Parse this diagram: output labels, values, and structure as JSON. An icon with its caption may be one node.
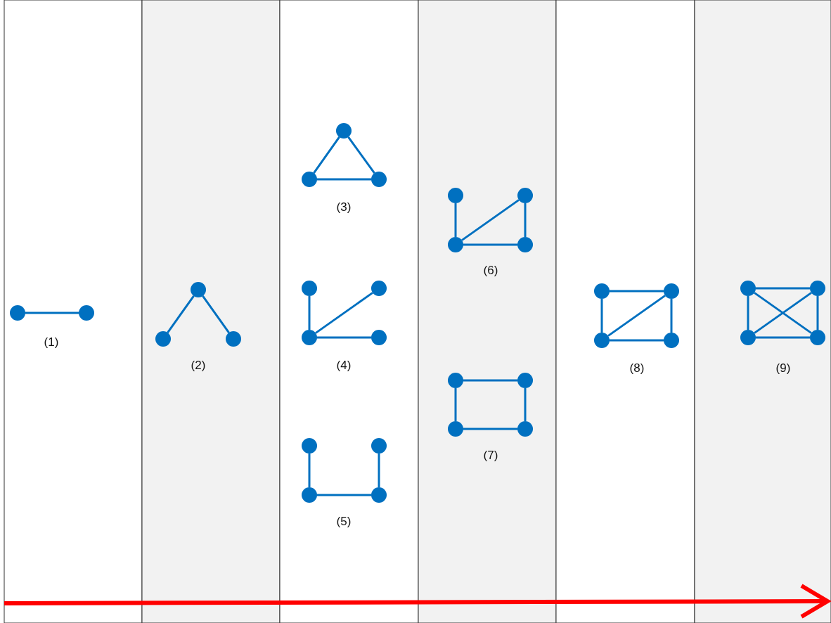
{
  "diagram": {
    "nodes": [
      {
        "text": [],
        "shape": "circle"
      },
      {
        "text": [],
        "shape": "circle"
      },
      {
        "text": [],
        "shape": "circle"
      },
      {
        "text": [],
        "shape": "circle"
      },
      {
        "text": [],
        "shape": "circle"
      },
      {
        "text": [],
        "shape": "circle"
      },
      {
        "text": [],
        "shape": "circle"
      },
      {
        "text": [],
        "shape": "circle"
      },
      {
        "text": [],
        "shape": "circle"
      },
      {
        "text": [],
        "shape": "circle"
      },
      {
        "text": [],
        "shape": "circle"
      },
      {
        "text": [],
        "shape": "circle"
      },
      {
        "text": [],
        "shape": "circle"
      },
      {
        "text": [],
        "shape": "circle"
      },
      {
        "text": [],
        "shape": "circle"
      },
      {
        "text": [],
        "shape": "circle"
      },
      {
        "text": [],
        "shape": "circle"
      },
      {
        "text": [],
        "shape": "circle"
      },
      {
        "text": [],
        "shape": "circle"
      },
      {
        "text": [],
        "shape": "circle"
      },
      {
        "text": [],
        "shape": "circle"
      },
      {
        "text": [],
        "shape": "circle"
      },
      {
        "text": [],
        "shape": "circle"
      },
      {
        "text": [],
        "shape": "circle"
      },
      {
        "text": [],
        "shape": "circle"
      },
      {
        "text": [],
        "shape": "circle"
      },
      {
        "text": [],
        "shape": "circle"
      },
      {
        "text": [],
        "shape": "circle"
      },
      {
        "text": [],
        "shape": "circle"
      },
      {
        "text": [],
        "shape": "circle"
      },
      {
        "text": [],
        "shape": "circle"
      },
      {
        "text": [],
        "shape": "circle"
      }
    ],
    "edges": [
      {
        "from": 0,
        "to": 1,
        "arrow": "none"
      },
      {
        "from": 2,
        "to": 3,
        "arrow": "none"
      },
      {
        "from": 2,
        "to": 4,
        "arrow": "none"
      },
      {
        "from": 5,
        "to": 6,
        "arrow": "none"
      },
      {
        "from": 5,
        "to": 7,
        "arrow": "none"
      },
      {
        "from": 6,
        "to": 7,
        "arrow": "none"
      },
      {
        "from": 8,
        "to": 10,
        "arrow": "none"
      },
      {
        "from": 10,
        "to": 9,
        "arrow": "none"
      },
      {
        "from": 10,
        "to": 11,
        "arrow": "none"
      },
      {
        "from": 12,
        "to": 14,
        "arrow": "none"
      },
      {
        "from": 14,
        "to": 15,
        "arrow": "none"
      },
      {
        "from": 15,
        "to": 13,
        "arrow": "none"
      },
      {
        "from": 16,
        "to": 18,
        "arrow": "none"
      },
      {
        "from": 18,
        "to": 17,
        "arrow": "none"
      },
      {
        "from": 17,
        "to": 19,
        "arrow": "none"
      },
      {
        "from": 18,
        "to": 19,
        "arrow": "none"
      },
      {
        "from": 20,
        "to": 21,
        "arrow": "none"
      },
      {
        "from": 20,
        "to": 22,
        "arrow": "none"
      },
      {
        "from": 21,
        "to": 23,
        "arrow": "none"
      },
      {
        "from": 22,
        "to": 23,
        "arrow": "none"
      },
      {
        "from": 24,
        "to": 25,
        "arrow": "none"
      },
      {
        "from": 24,
        "to": 26,
        "arrow": "none"
      },
      {
        "from": 25,
        "to": 27,
        "arrow": "none"
      },
      {
        "from": 26,
        "to": 27,
        "arrow": "none"
      },
      {
        "from": 26,
        "to": 25,
        "arrow": "none"
      },
      {
        "from": 28,
        "to": 29,
        "arrow": "none"
      },
      {
        "from": 28,
        "to": 30,
        "arrow": "none"
      },
      {
        "from": 29,
        "to": 31,
        "arrow": "none"
      },
      {
        "from": 30,
        "to": 31,
        "arrow": "none"
      },
      {
        "from": 28,
        "to": 31,
        "arrow": "none"
      },
      {
        "from": 29,
        "to": 30,
        "arrow": "none"
      }
    ],
    "labels": [
      "(1)",
      "(2)",
      "(3)",
      "(4)",
      "(5)",
      "(6)",
      "(7)",
      "(8)",
      "(9)"
    ]
  }
}
